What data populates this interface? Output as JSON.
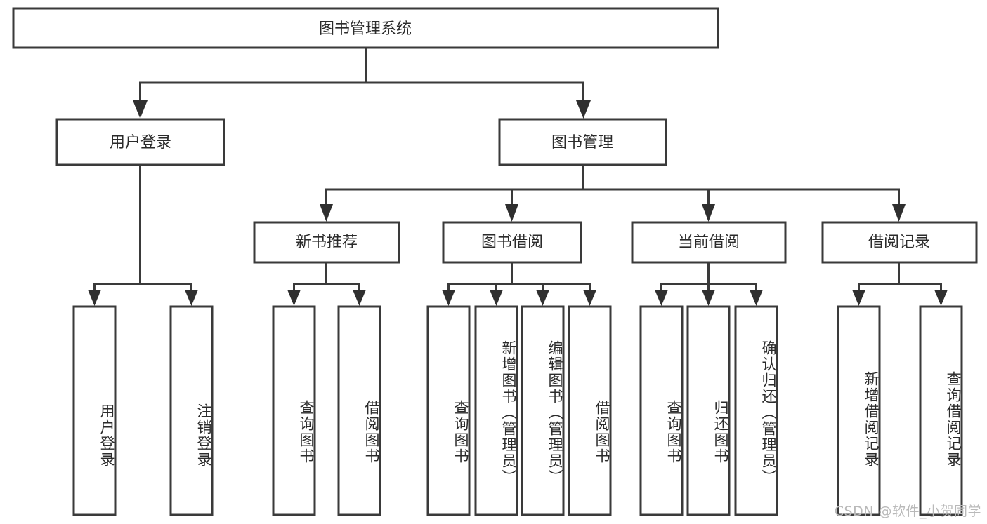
{
  "diagram": {
    "title": "图书管理系统",
    "root": {
      "label": "图书管理系统"
    },
    "level2": [
      {
        "label": "用户登录"
      },
      {
        "label": "图书管理"
      }
    ],
    "level3": [
      {
        "label": "新书推荐"
      },
      {
        "label": "图书借阅"
      },
      {
        "label": "当前借阅"
      },
      {
        "label": "借阅记录"
      }
    ],
    "leaves": {
      "user_login": [
        {
          "label": "用户登录"
        },
        {
          "label": "注销登录"
        }
      ],
      "new_book_recommend": [
        {
          "label": "查询图书"
        },
        {
          "label": "借阅图书"
        }
      ],
      "book_borrow": [
        {
          "label": "查询图书"
        },
        {
          "label": "新增图书（管理员）"
        },
        {
          "label": "编辑图书（管理员）"
        },
        {
          "label": "借阅图书"
        }
      ],
      "current_borrow": [
        {
          "label": "查询图书"
        },
        {
          "label": "归还图书"
        },
        {
          "label": "确认归还（管理员）"
        }
      ],
      "borrow_records": [
        {
          "label": "新增借阅记录"
        },
        {
          "label": "查询借阅记录"
        }
      ]
    },
    "watermark": "CSDN @软件_小贺同学",
    "colors": {
      "stroke": "#3a3a3a",
      "fill": "#ffffff",
      "text": "#2b2b2b",
      "watermark": "#b9b9b9"
    }
  }
}
